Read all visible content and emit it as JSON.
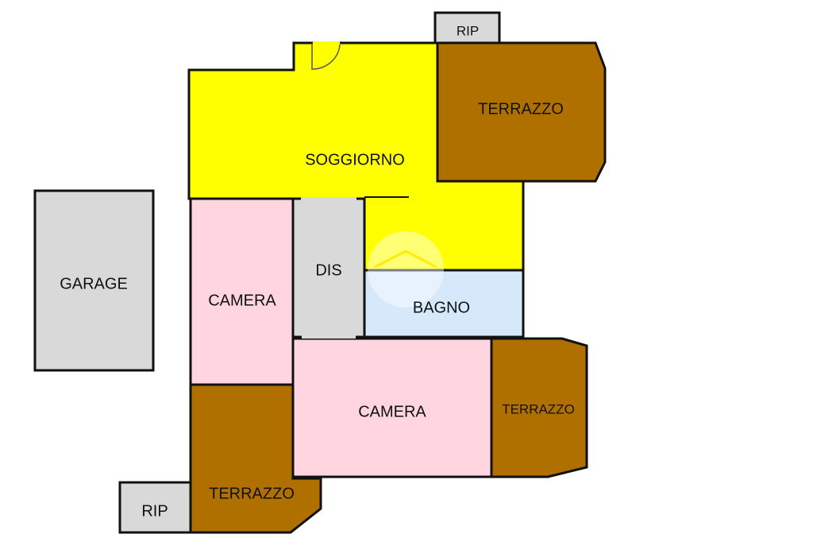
{
  "colors": {
    "living": "#ffff00",
    "bedroom": "#ffd6df",
    "terrace": "#b07000",
    "bathroom": "#d5e9fb",
    "service": "#d9d9d9",
    "wall": "#111111"
  },
  "rooms": {
    "soggiorno": {
      "label": "SOGGIORNO"
    },
    "terrazzo_top": {
      "label": "TERRAZZO"
    },
    "rip_top": {
      "label": "RIP"
    },
    "garage": {
      "label": "GARAGE"
    },
    "camera_left": {
      "label": "CAMERA"
    },
    "dis": {
      "label": "DIS"
    },
    "bagno": {
      "label": "BAGNO"
    },
    "camera_center": {
      "label": "CAMERA"
    },
    "terrazzo_right": {
      "label": "TERRAZZO"
    },
    "terrazzo_bottom": {
      "label": "TERRAZZO"
    },
    "rip_bottom": {
      "label": "RIP"
    }
  }
}
